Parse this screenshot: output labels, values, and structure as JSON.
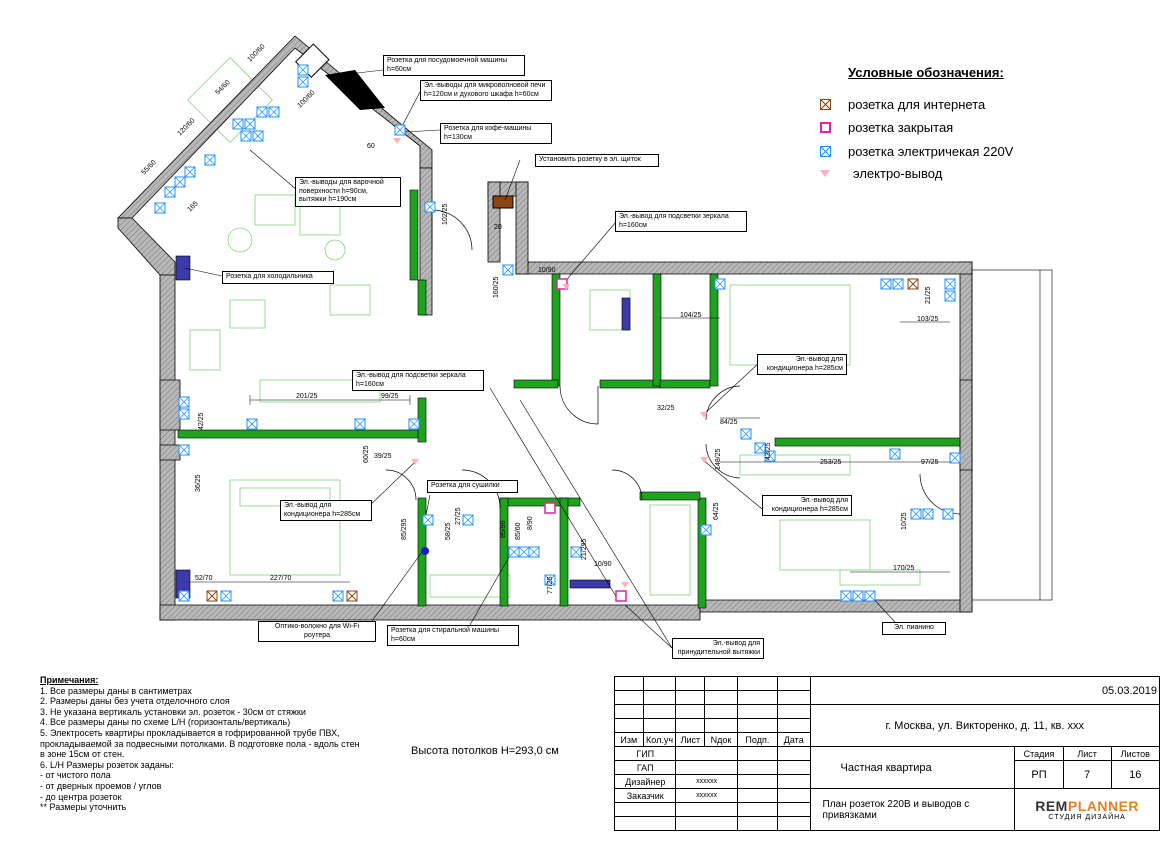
{
  "legend": {
    "title": "Условные обозначения:",
    "items": [
      {
        "label": "розетка для интернета",
        "kind": "internet",
        "color": "#8B4513"
      },
      {
        "label": "розетка закрытая",
        "kind": "closed",
        "color": "#e91ea8"
      },
      {
        "label": "розетка электричекая 220V",
        "kind": "socket",
        "color": "#1e90ff"
      },
      {
        "label": "электро-вывод",
        "kind": "outlet",
        "color": "#ffb0b8"
      }
    ]
  },
  "callouts": [
    {
      "id": "dishwasher",
      "text": "Розетка для посудомоечной машины h=60см"
    },
    {
      "id": "microwave",
      "text": "Эл.-выводы для микроволновой печи h=120см и духового шкафа h=60см"
    },
    {
      "id": "coffee",
      "text": "Розетка для кофе-машины h=130см"
    },
    {
      "id": "panel",
      "text": "Установить розетку в эл. щиток"
    },
    {
      "id": "hob",
      "text": "Эл.-выводы для варочной поверхности h=90см, вытяжки h=190см"
    },
    {
      "id": "mirror1",
      "text": "Эл.-вывод для подсветки зеркала h=160см"
    },
    {
      "id": "fridge",
      "text": "Розетка для холодильника"
    },
    {
      "id": "mirror2",
      "text": "Эл.-вывод для подсветки зеркала h=160см"
    },
    {
      "id": "ac1",
      "text": "Эл.-вывод для кондиционера h=285см"
    },
    {
      "id": "dryer",
      "text": "Розетка для сушилки"
    },
    {
      "id": "ac2",
      "text": "Эл.-вывод для кондиционера h=285см"
    },
    {
      "id": "ac3",
      "text": "Эл.-вывод для кондиционера h=285см"
    },
    {
      "id": "wifi",
      "text": "Оптико-волокно для Wi-Fi роутера"
    },
    {
      "id": "washer",
      "text": "Розетка для стиральной машины h=60см"
    },
    {
      "id": "exhaust",
      "text": "Эл.-вывод для принудительной вытяжки"
    },
    {
      "id": "piano",
      "text": "Эл. пианино"
    }
  ],
  "dimensions": {
    "d1": "100/60",
    "d2": "54/60",
    "d3": "120/60",
    "d4": "55/60",
    "d5": "100/60",
    "d6": "165",
    "d7": "60",
    "d8": "102/25",
    "d9": "20",
    "d10": "160/25",
    "d11": "10/90",
    "d12": "104/25",
    "d13": "21/25",
    "d14": "103/25",
    "d15": "201/25",
    "d16": "99/25",
    "d17": "42/25",
    "d18": "60/25",
    "d19": "39/25",
    "d20": "32/25",
    "d21": "84/25",
    "d22": "43/25",
    "d23": "148/25",
    "d24": "253/25",
    "d25": "97/25",
    "d26": "36/25",
    "d27": "85/295",
    "d28": "58/25",
    "d29": "27/25",
    "d30": "85/90",
    "d31": "85/60",
    "d32": "8/90",
    "d33": "21/295",
    "d34": "10/90",
    "d35": "64/25",
    "d36": "10/25",
    "d37": "170/25",
    "d38": "77/25",
    "d39": "52/70",
    "d40": "227/70"
  },
  "notes": {
    "title": "Примечания:",
    "lines": [
      "1. Все размеры даны в сантиметрах",
      "2. Размеры даны без учета отделочного слоя",
      "3. Не указана вертикаль установки эл. розеток - 30см от стяжки",
      "4. Все размеры даны по схеме L/H (горизонталь/вертикаль)",
      "5. Электросеть квартиры прокладывается в гофрированной трубе ПВХ, прокладываемой за подвесными потолками. В подготовке пола - вдоль стен в зоне 15см от стен.",
      "6. L/H Размеры розеток заданы:",
      "- от чистого пола",
      "- от дверных проемов / углов",
      "- до центра розеток",
      "** Размеры уточнить"
    ]
  },
  "ceiling": "Высота потолков H=293,0 см",
  "stamp": {
    "date": "05.03.2019",
    "address": "г. Москва, ул. Викторенко, д. 11, кв. xxx",
    "headers": [
      "Изм",
      "Кол.уч",
      "Лист",
      "Nдок",
      "Подп.",
      "Дата"
    ],
    "roles": [
      {
        "role": "ГИП",
        "name": ""
      },
      {
        "role": "ГАП",
        "name": ""
      },
      {
        "role": "Дизайнер",
        "name": "xxxxxx"
      },
      {
        "role": "Заказчик",
        "name": "xxxxxx"
      }
    ],
    "object": "Частная квартира",
    "stage_label": "Стадия",
    "sheet_label": "Лист",
    "sheets_label": "Листов",
    "stage": "РП",
    "sheet": "7",
    "sheets": "16",
    "drawing_title": "План розеток 220В и выводов с привязками",
    "logo_main_a": "REM",
    "logo_main_b": "PLANNER",
    "logo_sub": "СТУДИЯ ДИЗАЙНА"
  }
}
